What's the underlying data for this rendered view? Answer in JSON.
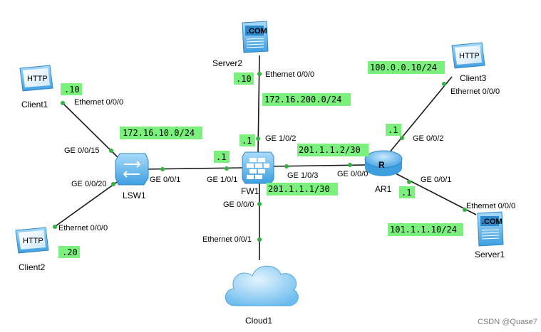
{
  "devices": {
    "client1": "Client1",
    "client2": "Client2",
    "client3": "Client3",
    "server1": "Server1",
    "server2": "Server2",
    "lsw1": "LSW1",
    "fw1": "FW1",
    "ar1": "AR1",
    "cloud1": "Cloud1"
  },
  "icon_text": {
    "http": "HTTP",
    "com": ".COM",
    "router": "R"
  },
  "ports": {
    "client1_eth": "Ethernet 0/0/0",
    "lsw1_ge0015": "GE 0/0/15",
    "lsw1_ge0020": "GE 0/0/20",
    "client2_eth": "Ethernet 0/0/0",
    "lsw1_ge001": "GE 0/0/1",
    "fw1_ge101": "GE 1/0/1",
    "server2_eth": "Ethernet 0/0/0",
    "fw1_ge102": "GE 1/0/2",
    "fw1_ge103": "GE 1/0/3",
    "fw1_ge000": "GE 0/0/0",
    "ar1_ge000": "GE 0/0/0",
    "ar1_ge002": "GE 0/0/2",
    "client3_eth": "Ethernet 0/0/0",
    "ar1_ge001": "GE 0/0/1",
    "server1_eth": "Ethernet 0/0/0",
    "cloud1_eth": "Ethernet 0/0/1"
  },
  "networks": {
    "client1_ip": ".10",
    "client2_ip": ".20",
    "lan": "172.16.10.0/24",
    "fw1_lan_ip": ".1",
    "server2_ip": ".10",
    "dmz": "172.16.200.0/24",
    "fw1_dmz_ip": ".1",
    "wan_ar1": "201.1.1.2/30",
    "wan_fw1": "201.1.1.1/30",
    "client3_net": "100.0.0.10/24",
    "ar1_g2_ip": ".1",
    "ar1_g1_ip": ".1",
    "server1_net": "101.1.1.10/24"
  },
  "watermark": "CSDN @Quase7",
  "colors": {
    "label_bg": "#7cf07c",
    "link": "#1a1a1a",
    "port_dot": "#2fb33f",
    "device_blue": "#5ab3ea"
  }
}
